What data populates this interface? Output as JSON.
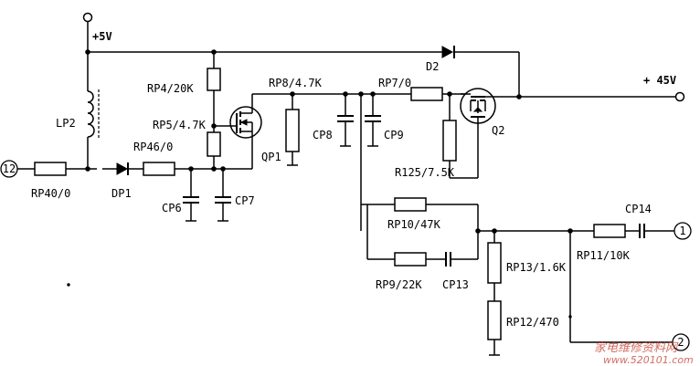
{
  "power": {
    "v5": "+5V",
    "v45": "+ 45V"
  },
  "connectors": {
    "in12": "12",
    "out1": "1",
    "out2": "2"
  },
  "parts": {
    "lp2": "LP2",
    "rp40": "RP40/0",
    "dp1": "DP1",
    "rp46": "RP46/0",
    "rp4": "RP4/20K",
    "rp5": "RP5/4.7K",
    "cp6": "CP6",
    "cp7": "CP7",
    "qp1": "QP1",
    "rp8": "RP8/4.7K",
    "cp8": "CP8",
    "cp9": "CP9",
    "rp7": "RP7/0",
    "d2": "D2",
    "q2": "Q2",
    "r125": "R125/7.5K",
    "rp10": "RP10/47K",
    "rp9": "RP9/22K",
    "cp13": "CP13",
    "rp13": "RP13/1.6K",
    "rp12": "RP12/470",
    "rp11": "RP11/10K",
    "cp14": "CP14"
  },
  "watermark": {
    "line1": "家电维修资料网",
    "line2": "www.520101.com"
  },
  "colors": {
    "wire": "#000000",
    "watermark": "#c43c2c"
  }
}
